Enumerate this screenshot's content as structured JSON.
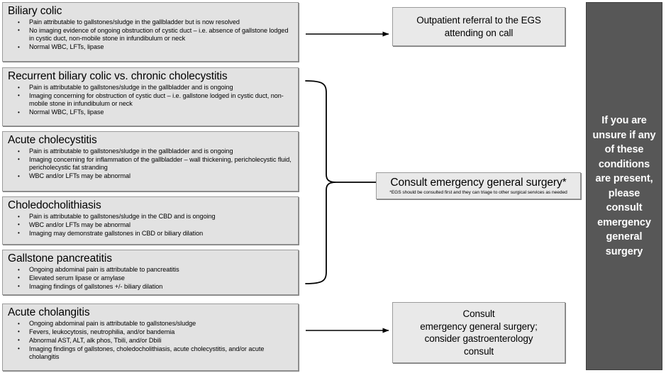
{
  "conditions": [
    {
      "title": "Biliary colic",
      "bullets": [
        "Pain attributable to gallstones/sludge in the gallbladder but is now resolved",
        "No imaging evidence of ongoing obstruction of cystic duct – i.e. absence of gallstone lodged in cystic duct, non-mobile stone in infundibulum or neck",
        "Normal WBC, LFTs, lipase"
      ]
    },
    {
      "title": "Recurrent biliary colic vs. chronic cholecystitis",
      "bullets": [
        "Pain is attributable to gallstones/sludge in the gallbladder and is ongoing",
        "Imaging concerning for obstruction of cystic duct – i.e. gallstone lodged in cystic duct, non-mobile stone in infundibulum or neck",
        "Normal WBC, LFTs, lipase"
      ]
    },
    {
      "title": "Acute cholecystitis",
      "bullets": [
        "Pain is attributable to gallstones/sludge in the gallbladder and is ongoing",
        "Imaging concerning for inflammation of the gallbladder – wall thickening, pericholecystic fluid, pericholecystic fat stranding",
        "WBC and/or LFTs may be abnormal"
      ]
    },
    {
      "title": "Choledocholithiasis",
      "bullets": [
        "Pain is attributable to gallstones/sludge in the CBD and is ongoing",
        "WBC and/or LFTs may be abnormal",
        "Imaging may demonstrate gallstones in CBD or biliary dilation"
      ]
    },
    {
      "title": "Gallstone pancreatitis",
      "bullets": [
        "Ongoing abdominal pain is attributable to pancreatitis",
        "Elevated serum lipase or amylase",
        "Imaging findings of gallstones +/- biliary dilation"
      ]
    },
    {
      "title": "Acute cholangitis",
      "bullets": [
        "Ongoing abdominal pain is attributable to gallstones/sludge",
        "Fevers, leukocytosis, neutrophilia, and/or bandemia",
        "Abnormal AST, ALT, alk phos, Tbili, and/or Dbili",
        "Imaging findings of gallstones, choledocholithiasis, acute cholecystitis, and/or acute cholangitis"
      ]
    }
  ],
  "outcomes": {
    "outpatient": {
      "text": "Outpatient referral to the EGS\nattending on call"
    },
    "consult_egs": {
      "text": "Consult emergency general surgery*",
      "footnote": "*EGS should be consulted first and they can triage to other surgical services as needed"
    },
    "consult_egs_gi": {
      "text": "Consult\nemergency general surgery;\nconsider gastroenterology\nconsult"
    }
  },
  "sidebar": {
    "text": "If you are unsure if any of these conditions are present, please consult emergency general surgery",
    "background_color": "#575757",
    "text_color": "#ffffff"
  },
  "colors": {
    "condition_box_fill": "#e2e2e2",
    "outcome_box_fill": "#e9e9e9",
    "box_border": "#9b9b9b",
    "connector": "#000000"
  }
}
